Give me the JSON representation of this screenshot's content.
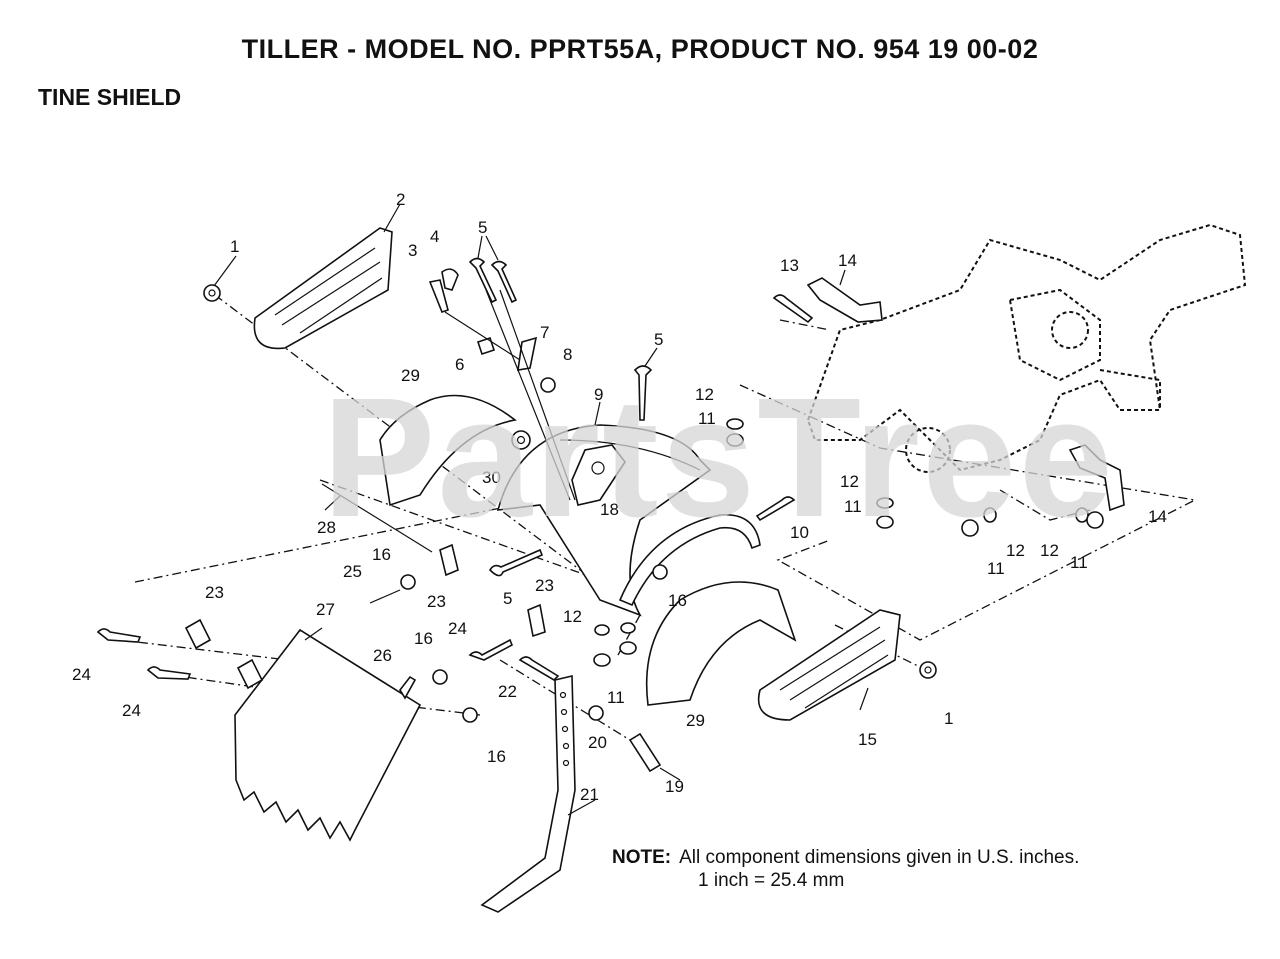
{
  "header": {
    "title": "TILLER - MODEL NO. PPRT55A, PRODUCT NO. 954 19 00-02",
    "subtitle": "TINE SHIELD"
  },
  "note": {
    "label": "NOTE:",
    "line1": "All component dimensions given in U.S. inches.",
    "line2": "1 inch = 25.4 mm"
  },
  "watermark": "PartsTree",
  "callouts": [
    {
      "id": "c1a",
      "text": "1"
    },
    {
      "id": "c1b",
      "text": "1"
    },
    {
      "id": "c2",
      "text": "2"
    },
    {
      "id": "c3",
      "text": "3"
    },
    {
      "id": "c4",
      "text": "4"
    },
    {
      "id": "c5a",
      "text": "5"
    },
    {
      "id": "c5b",
      "text": "5"
    },
    {
      "id": "c5c",
      "text": "5"
    },
    {
      "id": "c6",
      "text": "6"
    },
    {
      "id": "c7",
      "text": "7"
    },
    {
      "id": "c8",
      "text": "8"
    },
    {
      "id": "c9",
      "text": "9"
    },
    {
      "id": "c10",
      "text": "10"
    },
    {
      "id": "c11a",
      "text": "11"
    },
    {
      "id": "c11b",
      "text": "11"
    },
    {
      "id": "c11c",
      "text": "11"
    },
    {
      "id": "c11d",
      "text": "11"
    },
    {
      "id": "c11e",
      "text": "11"
    },
    {
      "id": "c12a",
      "text": "12"
    },
    {
      "id": "c12b",
      "text": "12"
    },
    {
      "id": "c12c",
      "text": "12"
    },
    {
      "id": "c12d",
      "text": "12"
    },
    {
      "id": "c12e",
      "text": "12"
    },
    {
      "id": "c13",
      "text": "13"
    },
    {
      "id": "c14a",
      "text": "14"
    },
    {
      "id": "c14b",
      "text": "14"
    },
    {
      "id": "c15",
      "text": "15"
    },
    {
      "id": "c16a",
      "text": "16"
    },
    {
      "id": "c16b",
      "text": "16"
    },
    {
      "id": "c16c",
      "text": "16"
    },
    {
      "id": "c16d",
      "text": "16"
    },
    {
      "id": "c18",
      "text": "18"
    },
    {
      "id": "c19",
      "text": "19"
    },
    {
      "id": "c20",
      "text": "20"
    },
    {
      "id": "c21",
      "text": "21"
    },
    {
      "id": "c22",
      "text": "22"
    },
    {
      "id": "c23a",
      "text": "23"
    },
    {
      "id": "c23b",
      "text": "23"
    },
    {
      "id": "c23c",
      "text": "23"
    },
    {
      "id": "c24a",
      "text": "24"
    },
    {
      "id": "c24b",
      "text": "24"
    },
    {
      "id": "c24c",
      "text": "24"
    },
    {
      "id": "c25",
      "text": "25"
    },
    {
      "id": "c26",
      "text": "26"
    },
    {
      "id": "c27",
      "text": "27"
    },
    {
      "id": "c28",
      "text": "28"
    },
    {
      "id": "c29a",
      "text": "29"
    },
    {
      "id": "c29b",
      "text": "29"
    },
    {
      "id": "c30",
      "text": "30"
    }
  ]
}
